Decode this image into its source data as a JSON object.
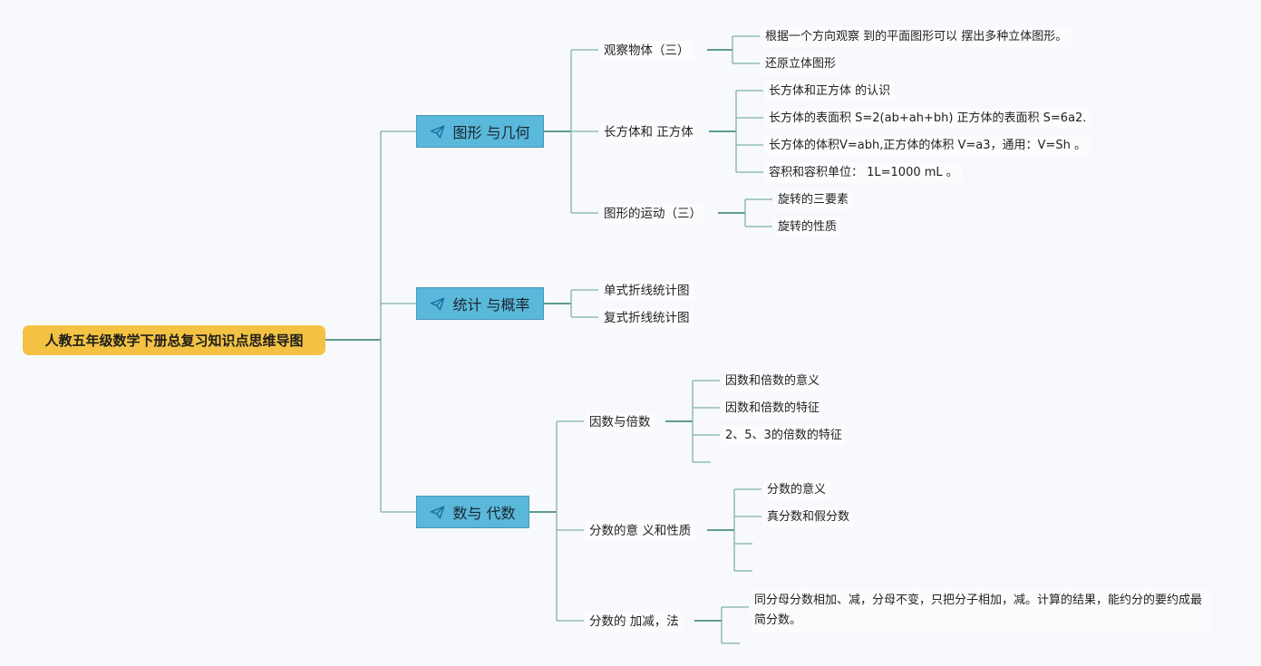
{
  "root": "人教五年级数学下册总复习知识点思维导图",
  "branches": [
    {
      "label": "图形 与几何",
      "icon": "paper-plane-icon",
      "children": [
        {
          "label": "观察物体（三）",
          "leaves": [
            "根据一个方向观察 到的平面图形可以 摆出多种立体图形。",
            "还原立体图形"
          ]
        },
        {
          "label": "长方体和 正方体",
          "leaves": [
            "长方体和正方体 的认识",
            "长方体的表面积 S=2(ab+ah+bh) 正方体的表面积 S=6a2.",
            "长方体的体积V=abh,正方体的体积 V=a3，通用：V=Sh 。",
            "容积和容积单位： 1L=1000 mL 。"
          ]
        },
        {
          "label": "图形的运动（三）",
          "leaves": [
            "旋转的三要素",
            "旋转的性质"
          ]
        }
      ]
    },
    {
      "label": "统计 与概率",
      "icon": "paper-plane-icon",
      "children": [
        {
          "label": "单式折线统计图"
        },
        {
          "label": "复式折线统计图"
        }
      ]
    },
    {
      "label": "数与 代数",
      "icon": "paper-plane-icon",
      "children": [
        {
          "label": "因数与倍数",
          "leaves": [
            "因数和倍数的意义",
            "因数和倍数的特征",
            "2、5、3的倍数的特征",
            ""
          ]
        },
        {
          "label": "分数的意 义和性质",
          "leaves": [
            "分数的意义",
            "真分数和假分数",
            "",
            ""
          ]
        },
        {
          "label": "分数的 加减，法",
          "leaves": [
            "同分母分数相加、减，分母不变，只把分子相加，减。计算的结果，能约分的要约成最简分数。",
            ""
          ]
        }
      ]
    }
  ],
  "colors": {
    "root": "#f4c242",
    "branch": "#5ab8da",
    "line": "#7fb2a6"
  }
}
